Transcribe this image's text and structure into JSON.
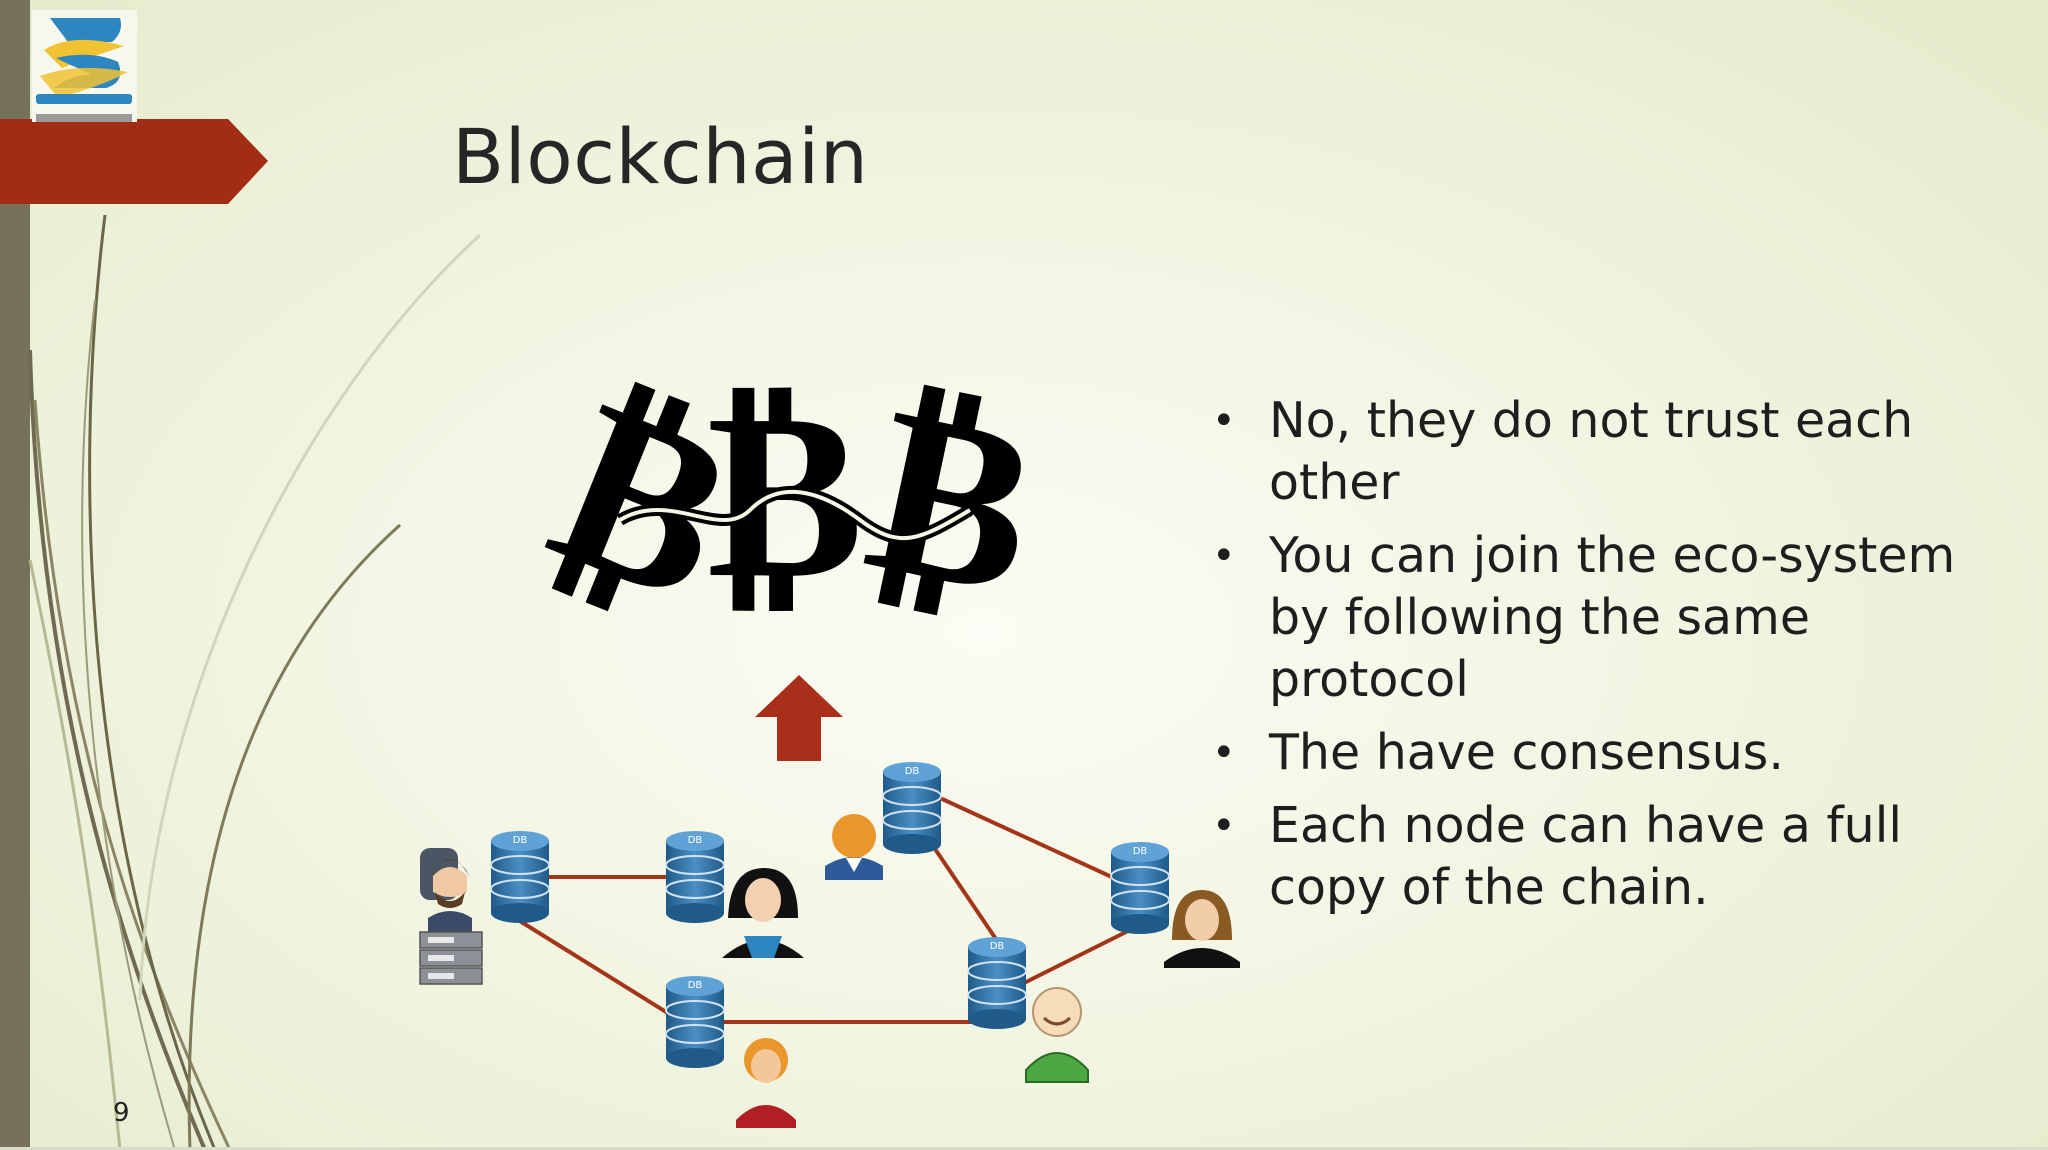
{
  "slide": {
    "title": "Blockchain",
    "page_number": "9"
  },
  "bullets": [
    "No, they do not trust each other",
    "You can join the eco-system by following the same protocol",
    "The have consensus.",
    "Each node can have a full copy of the chain."
  ],
  "network": {
    "database_label": "DB"
  },
  "colors": {
    "accent": "#a32d14",
    "left_bar": "#76715a",
    "connection": "#a43519",
    "database": "#2f6b9b"
  },
  "icons": [
    "logo",
    "bitcoin-symbol-icon",
    "up-arrow-icon",
    "database-icon",
    "person-icon",
    "server-icon"
  ]
}
